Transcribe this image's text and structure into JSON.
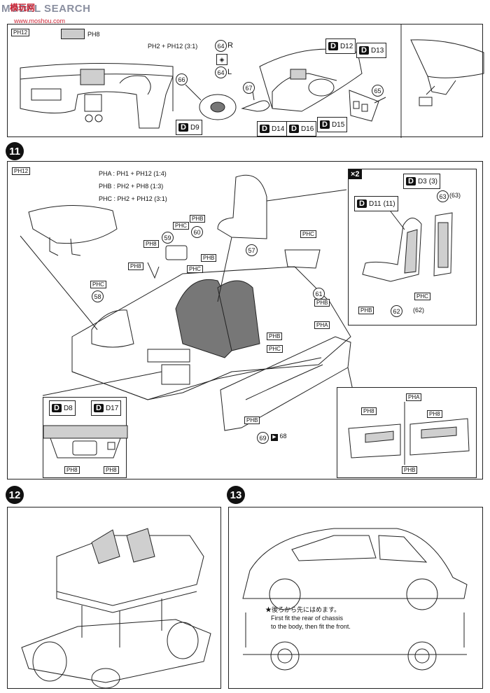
{
  "header": {
    "logo_text": "MODEL SEARCH",
    "watermark_top": "模玩网",
    "watermark_url": "www.moshou.com"
  },
  "panel_top": {
    "ph12": "PH12",
    "ph8": "PH8",
    "mix": "PH2 + PH12 (3:1)",
    "parts": {
      "p64": "64",
      "p66": "66",
      "p67": "67",
      "p65": "65"
    },
    "r_label": "R",
    "l_label": "L",
    "d_labels": [
      "D9",
      "D12",
      "D13",
      "D14",
      "D16",
      "D15"
    ]
  },
  "step11": {
    "step": "11",
    "ph12": "PH12",
    "mixes": [
      "PHA : PH1 + PH12 (1:4)",
      "PHB : PH2 + PH8 (1:3)",
      "PHC : PH2 + PH12 (3:1)"
    ],
    "labels": {
      "phc": "PHC",
      "phb": "PHB",
      "ph8": "PH8",
      "pha": "PHA"
    },
    "parts": {
      "p59": "59",
      "p60": "60",
      "p57": "57",
      "p58": "58",
      "p61": "61",
      "p69": "69",
      "p68": "68"
    },
    "inset_seat": {
      "x2": "×2",
      "d3": "D3",
      "k3": "(3)",
      "d11": "D11",
      "k11": "(11)",
      "p63": "63",
      "k63": "(63)",
      "p62": "62",
      "k62": "(62)",
      "phc": "PHC",
      "phb": "PHB"
    },
    "inset_console": {
      "d8": "D8",
      "d17": "D17",
      "ph8a": "PH8",
      "ph8b": "PH8"
    },
    "inset_door": {
      "pha": "PHA",
      "ph8a": "PH8",
      "ph8b": "PH8",
      "phb": "PHB"
    }
  },
  "step12": {
    "step": "12"
  },
  "step13": {
    "step": "13",
    "note_jp": "★後ろから先にはめます。",
    "note_en_1": "First fit the rear of chassis",
    "note_en_2": "to the body, then fit the front."
  }
}
